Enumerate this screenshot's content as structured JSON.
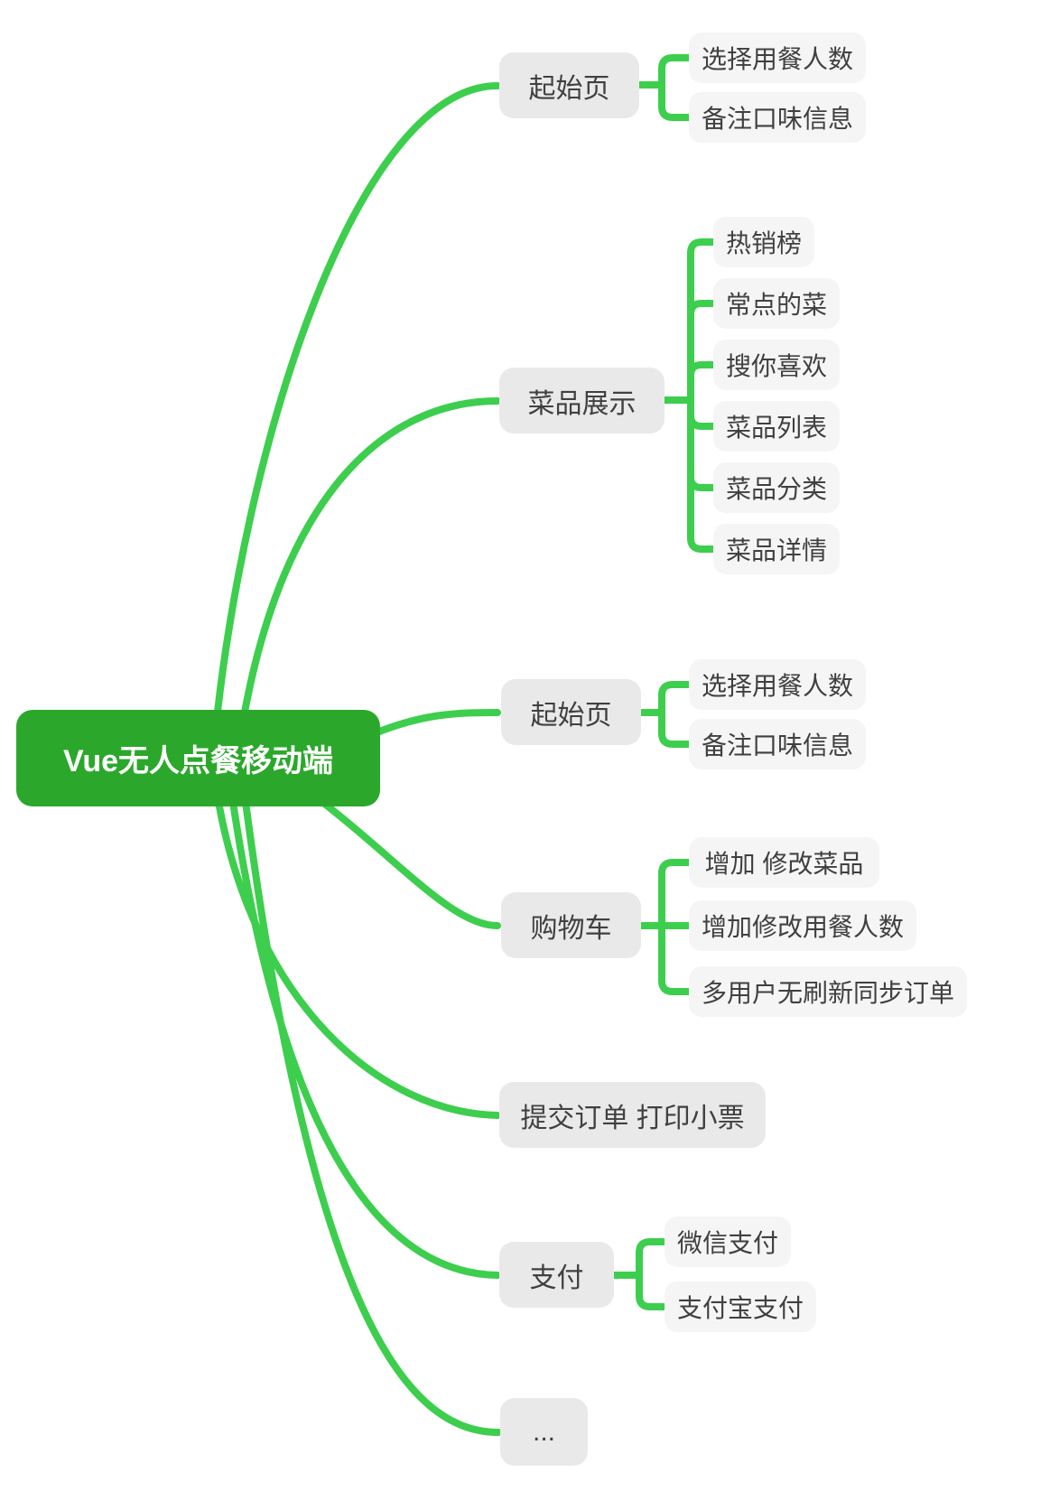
{
  "colors": {
    "background": "#FFFFFF",
    "root_fill": "#2BA82B",
    "root_text": "#FFFFFF",
    "connector": "#3DCE4E",
    "branch_fill": "#E9E9E9",
    "child_fill": "#F5F5F5",
    "node_text": "#404040"
  },
  "root": {
    "label": "Vue无人点餐移动端"
  },
  "branches": [
    {
      "label": "起始页",
      "children": [
        "选择用餐人数",
        "备注口味信息"
      ]
    },
    {
      "label": "菜品展示",
      "children": [
        "热销榜",
        "常点的菜",
        "搜你喜欢",
        "菜品列表",
        "菜品分类",
        "菜品详情"
      ]
    },
    {
      "label": "起始页",
      "children": [
        "选择用餐人数",
        "备注口味信息"
      ]
    },
    {
      "label": "购物车",
      "children": [
        "增加 修改菜品",
        "增加修改用餐人数",
        "多用户无刷新同步订单"
      ]
    },
    {
      "label": "提交订单 打印小票",
      "children": []
    },
    {
      "label": "支付",
      "children": [
        "微信支付",
        "支付宝支付"
      ]
    },
    {
      "label": "...",
      "children": []
    }
  ]
}
